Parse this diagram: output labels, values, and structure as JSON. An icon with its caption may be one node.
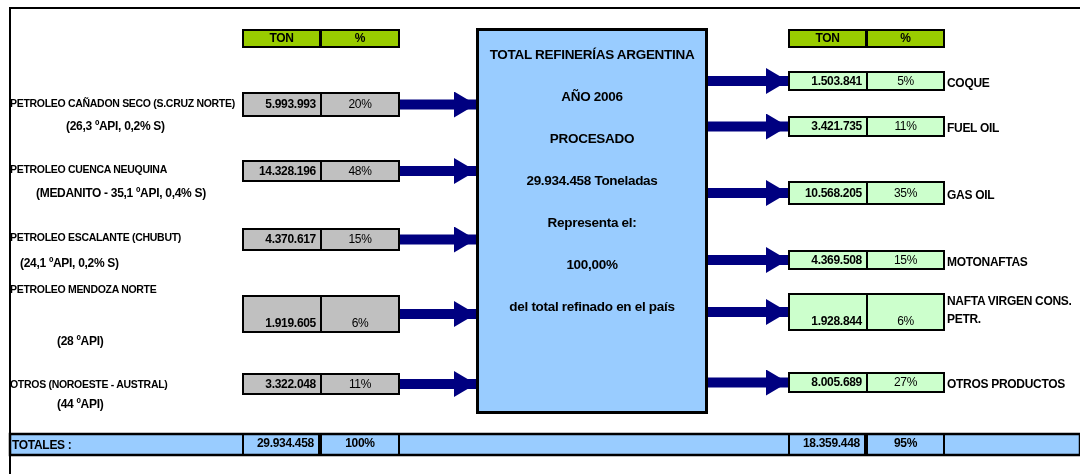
{
  "diagram": {
    "nodes": [
      {
        "text": [
          "5.993.993",
          "20%"
        ],
        "beside": [
          "PETROLEO CAÑADON SECO (S.CRUZ NORTE)",
          "(26,3 ºAPI, 0,2% S)"
        ]
      },
      {
        "text": [
          "14.328.196",
          "48%"
        ],
        "beside": [
          "PETROLEO CUENCA NEUQUINA",
          "(MEDANITO - 35,1 ºAPI, 0,4% S)"
        ]
      },
      {
        "text": [
          "4.370.617",
          "15%"
        ],
        "beside": [
          "PETROLEO ESCALANTE (CHUBUT)",
          "(24,1 ºAPI, 0,2% S)"
        ]
      },
      {
        "text": [
          "1.919.605",
          "6%"
        ],
        "beside": [
          "PETROLEO MENDOZA NORTE",
          "(28 ºAPI)"
        ]
      },
      {
        "text": [
          "3.322.048",
          "11%"
        ],
        "beside": [
          "OTROS (NOROESTE - AUSTRAL)",
          "(44 ºAPI)"
        ]
      },
      {
        "text": [
          "TOTAL REFINERÍAS ARGENTINA",
          "AÑO 2006",
          "PROCESADO",
          "29.934.458 Toneladas",
          "Representa el:",
          "100,00%",
          "del total refinado en el país"
        ]
      },
      {
        "text": [
          "1.503.841",
          "5%"
        ],
        "beside": [
          "COQUE"
        ]
      },
      {
        "text": [
          "3.421.735",
          "11%"
        ],
        "beside": [
          "FUEL OIL"
        ]
      },
      {
        "text": [
          "10.568.205",
          "35%"
        ],
        "beside": [
          "GAS OIL"
        ]
      },
      {
        "text": [
          "4.369.508",
          "15%"
        ],
        "beside": [
          "MOTONAFTAS"
        ]
      },
      {
        "text": [
          "1.928.844",
          "6%"
        ],
        "beside": [
          "NAFTA VIRGEN CONS. PETR."
        ]
      },
      {
        "text": [
          "8.005.689",
          "27%"
        ],
        "beside": [
          "OTROS PRODUCTOS"
        ]
      }
    ],
    "edges": [
      {
        "from": 0,
        "to": 5,
        "arrow": "to"
      },
      {
        "from": 1,
        "to": 5,
        "arrow": "to"
      },
      {
        "from": 2,
        "to": 5,
        "arrow": "to"
      },
      {
        "from": 3,
        "to": 5,
        "arrow": "to"
      },
      {
        "from": 4,
        "to": 5,
        "arrow": "to"
      },
      {
        "from": 5,
        "to": 6,
        "arrow": "to"
      },
      {
        "from": 5,
        "to": 7,
        "arrow": "to"
      },
      {
        "from": 5,
        "to": 8,
        "arrow": "to"
      },
      {
        "from": 5,
        "to": 9,
        "arrow": "to"
      },
      {
        "from": 5,
        "to": 10,
        "arrow": "to"
      },
      {
        "from": 5,
        "to": 11,
        "arrow": "to"
      }
    ],
    "labels": [
      "TON",
      "%",
      "TON",
      "%",
      "TOTALES :",
      "29.934.458",
      "100%",
      "18.359.448",
      "95%"
    ]
  }
}
